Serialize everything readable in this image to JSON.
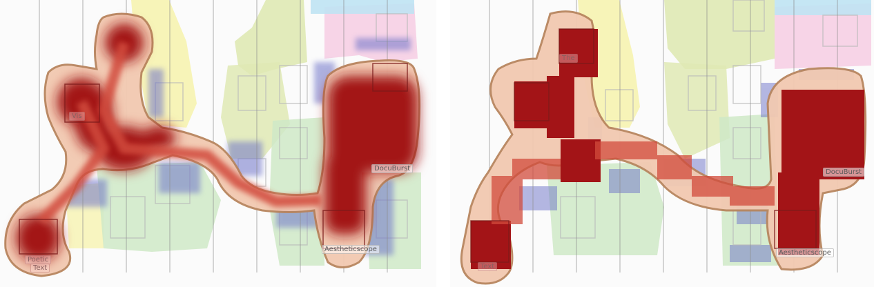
{
  "panels": [
    {
      "id": "left",
      "labels": {
        "docuburst": "DocuBurst",
        "aestheticscope": "Aestheticscope",
        "text": "Text",
        "text_above": "Poetic",
        "vis": "Vis"
      }
    },
    {
      "id": "right",
      "labels": {
        "docuburst": "DocuBurst",
        "aestheticscope": "Aestheticscope",
        "text": "Text",
        "the": "The"
      }
    }
  ],
  "colors": {
    "heat_core": "#a31417",
    "heat_mid": "#d24b3c",
    "heat_edge": "#f2c9b1",
    "outline": "#b8865f",
    "region_yellow": "#f6f2a7",
    "region_green": "#cfe9c7",
    "region_lime": "#dfe9b4",
    "region_pink": "#f6cfe4",
    "region_blue": "#bfe3f3",
    "blue_artifact": "#6e73c9",
    "grid_line": "#8d8d8d"
  }
}
